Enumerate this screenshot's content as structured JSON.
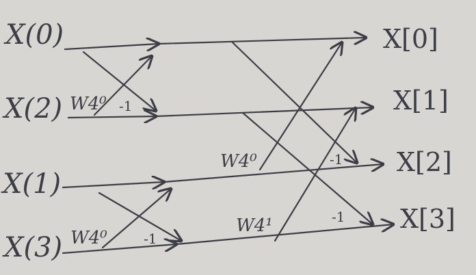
{
  "diagram": {
    "inputs": [
      "X(0)",
      "X(2)",
      "X(1)",
      "X(3)"
    ],
    "outputs": [
      "X[0]",
      "X[1]",
      "X[2]",
      "X[3]"
    ],
    "twiddles": {
      "stage1_top": "W4⁰",
      "stage1_bottom": "W4⁰",
      "stage2_k0": "W4⁰",
      "stage2_k1": "W4¹"
    },
    "neg": {
      "s1a": "-1",
      "s1b": "-1",
      "s2a": "-1",
      "s2b": "-1"
    },
    "colors": {
      "ink": "#3c3d45",
      "paper": "#d7d6d2"
    }
  }
}
